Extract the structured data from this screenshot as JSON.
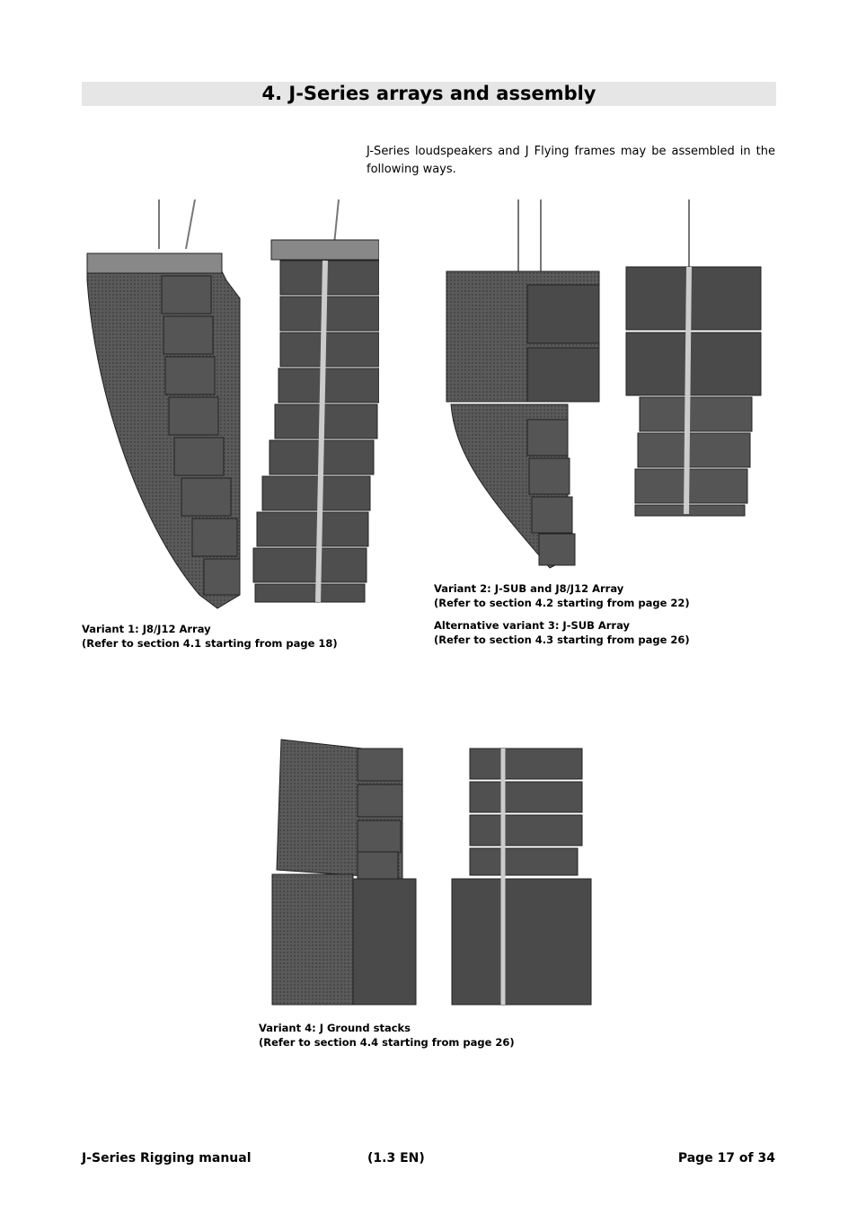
{
  "header": {
    "title": "4. J-Series arrays and assembly"
  },
  "intro": "J-Series loudspeakers and J Flying frames may be assembled in the following ways.",
  "captions": {
    "v1_line1": "Variant 1: J8/J12 Array",
    "v1_line2": "(Refer to section 4.1 starting from page 18)",
    "v2_line1": "Variant 2: J-SUB and J8/J12 Array",
    "v2_line2": "(Refer to section 4.2 starting from page 22)",
    "v3_line1": "Alternative variant 3: J-SUB Array",
    "v3_line2": "(Refer to section 4.3 starting from page 26)",
    "v4_line1": "Variant 4: J Ground stacks",
    "v4_line2": "(Refer to section 4.4 starting from page 26)"
  },
  "footer": {
    "left": "J-Series Rigging manual",
    "center": "(1.3 EN)",
    "right": "Page 17 of 34"
  }
}
